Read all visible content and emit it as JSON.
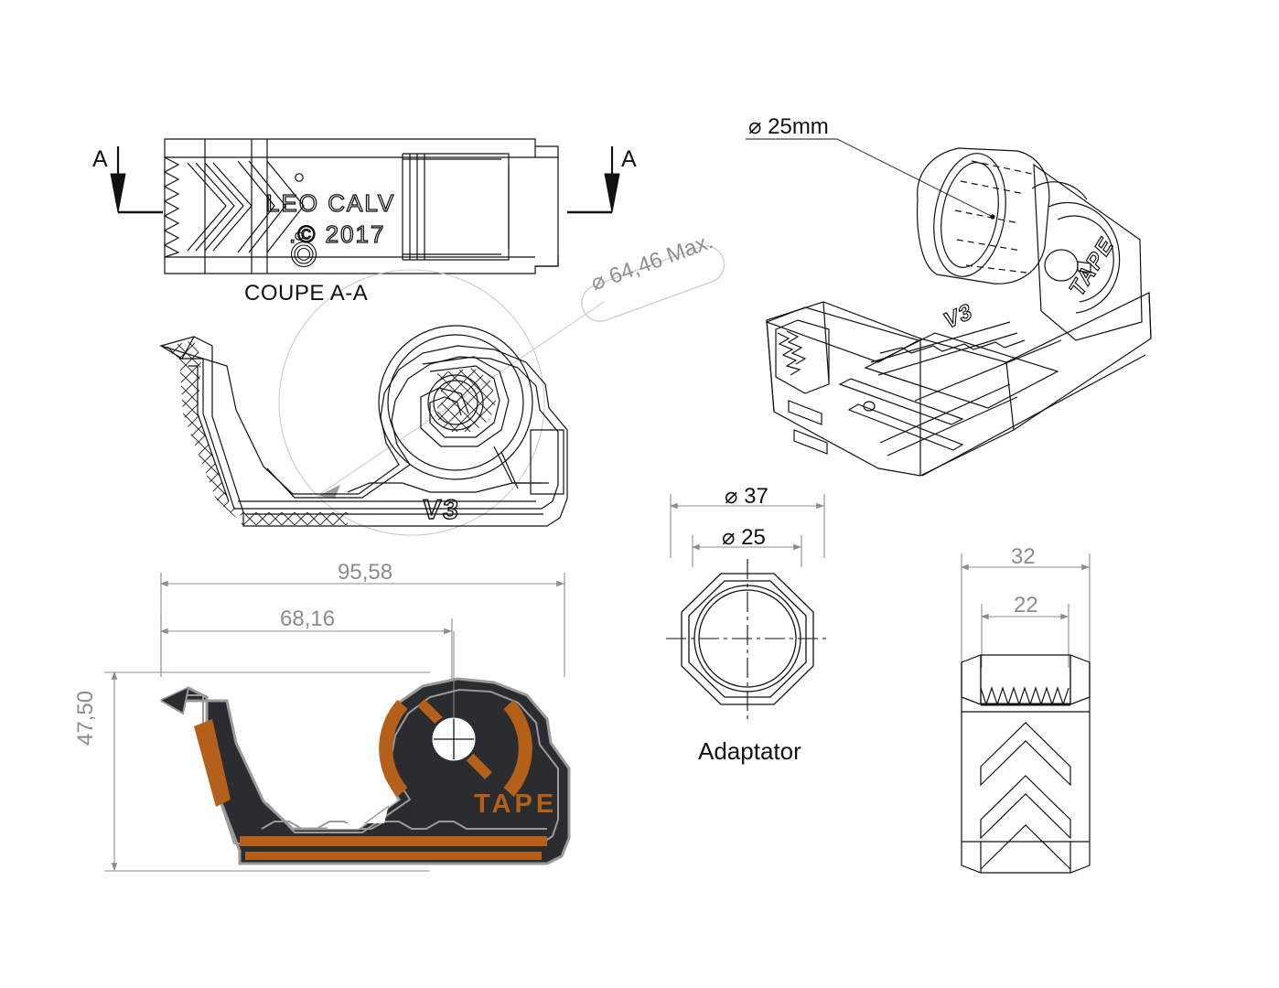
{
  "sheet": {
    "title": "Technical drawing - tape dispenser V3",
    "background": "#ffffff",
    "line_color": "#111111",
    "dim_color": "#8c8c8c",
    "body_color": "#2a2c30",
    "accent_color": "#b5601a",
    "edge_color": "#9a9a9a"
  },
  "section_view": {
    "caption": "COUPE A-A",
    "marker_left": "A",
    "marker_right": "A",
    "engraving_line1": "LEO  CALV",
    "engraving_line2": ".© 2017"
  },
  "callouts": {
    "diameter_max": "⌀ 64,46 Max.",
    "roll_diameter": "⌀ 25mm"
  },
  "profile_view": {
    "version_text": "V3"
  },
  "dimensioned_view": {
    "width_overall": "95,58",
    "width_hole": "68,16",
    "height_overall": "47,50",
    "brand_text": "TAPE"
  },
  "adaptator_view": {
    "caption": "Adaptator",
    "outer_diameter": "⌀ 37",
    "inner_diameter": "⌀ 25"
  },
  "end_view": {
    "width_overall": "32",
    "width_inner": "22"
  },
  "iso_view": {
    "version_text": "V3",
    "brand_text": "TAPE"
  }
}
